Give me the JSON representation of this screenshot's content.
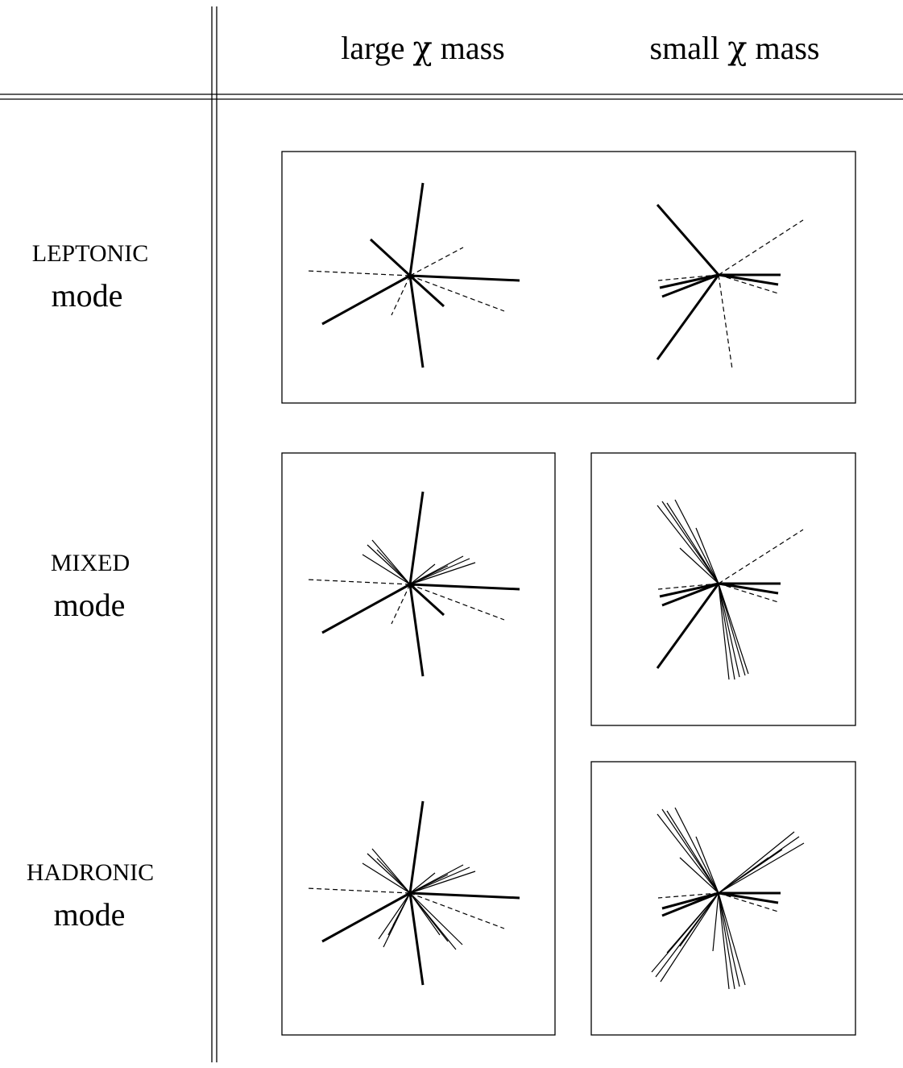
{
  "columns": {
    "large": {
      "pre": "large ",
      "chi": "χ",
      "post": " mass"
    },
    "small": {
      "pre": "small ",
      "chi": "χ",
      "post": " mass"
    }
  },
  "rows": {
    "leptonic": {
      "name": "LEPTONIC",
      "mode": "mode"
    },
    "mixed": {
      "name": "MIXED",
      "mode": "mode"
    },
    "hadronic": {
      "name": "HADRONIC",
      "mode": "mode"
    }
  }
}
